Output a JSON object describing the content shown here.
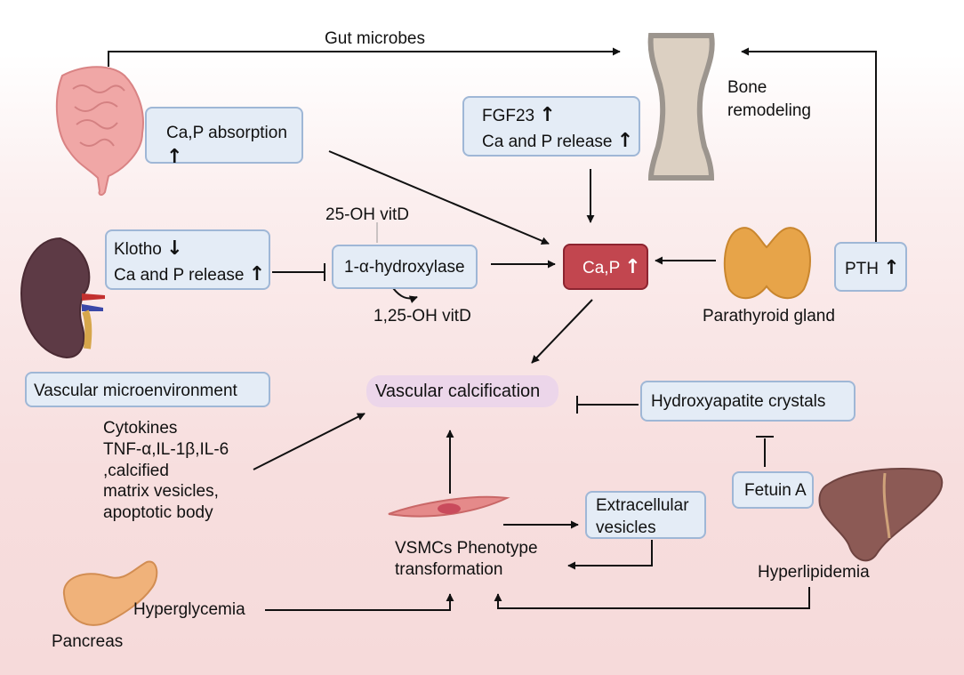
{
  "edges": {
    "gut_to_bone": "Gut microbes"
  },
  "nodes": {
    "ca_p_absorption": "Ca,P absorption",
    "fgf23": "FGF23",
    "ca_p_release_bone": "Ca and P release",
    "bone_remodeling": "Bone remodeling",
    "klotho": "Klotho",
    "ca_p_release_kidney": "Ca and P release",
    "vitd_25": "25-OH vitD",
    "hydroxylase": "1-α-hydroxylase",
    "vitd_125": "1,25-OH vitD",
    "ca_p": "Ca,P",
    "parathyroid": "Parathyroid gland",
    "pth": "PTH",
    "vascular_micro": "Vascular microenvironment",
    "cytokines": [
      "Cytokines",
      "TNF-α,IL-1β,IL-6",
      ",calcified",
      "matrix vesicles,",
      "apoptotic body"
    ],
    "vascular_calcification": "Vascular calcification",
    "hydroxyapatite": "Hydroxyapatite crystals",
    "fetuin": "Fetuin A",
    "extracellular_vesicles": [
      "Extracellular",
      "vesicles"
    ],
    "vsmc": [
      "VSMCs Phenotype",
      "transformation"
    ],
    "hyperlipidemia": "Hyperlipidemia",
    "hyperglycemia": "Hyperglycemia",
    "pancreas": "Pancreas"
  },
  "arrows": {
    "up": "↑",
    "down": "↓"
  },
  "icons": {
    "intestine": "intestine-icon",
    "bone": "bone-icon",
    "kidney": "kidney-icon",
    "thyroid": "parathyroid-icon",
    "liver": "liver-icon",
    "pancreas": "pancreas-icon",
    "vsmc": "smooth-muscle-cell-icon"
  },
  "colors": {
    "box_fill": "#e4ecf6",
    "box_border": "#9fb7d6",
    "highlight": "#c2464f",
    "calcification_pill": "#ecd6ea"
  }
}
